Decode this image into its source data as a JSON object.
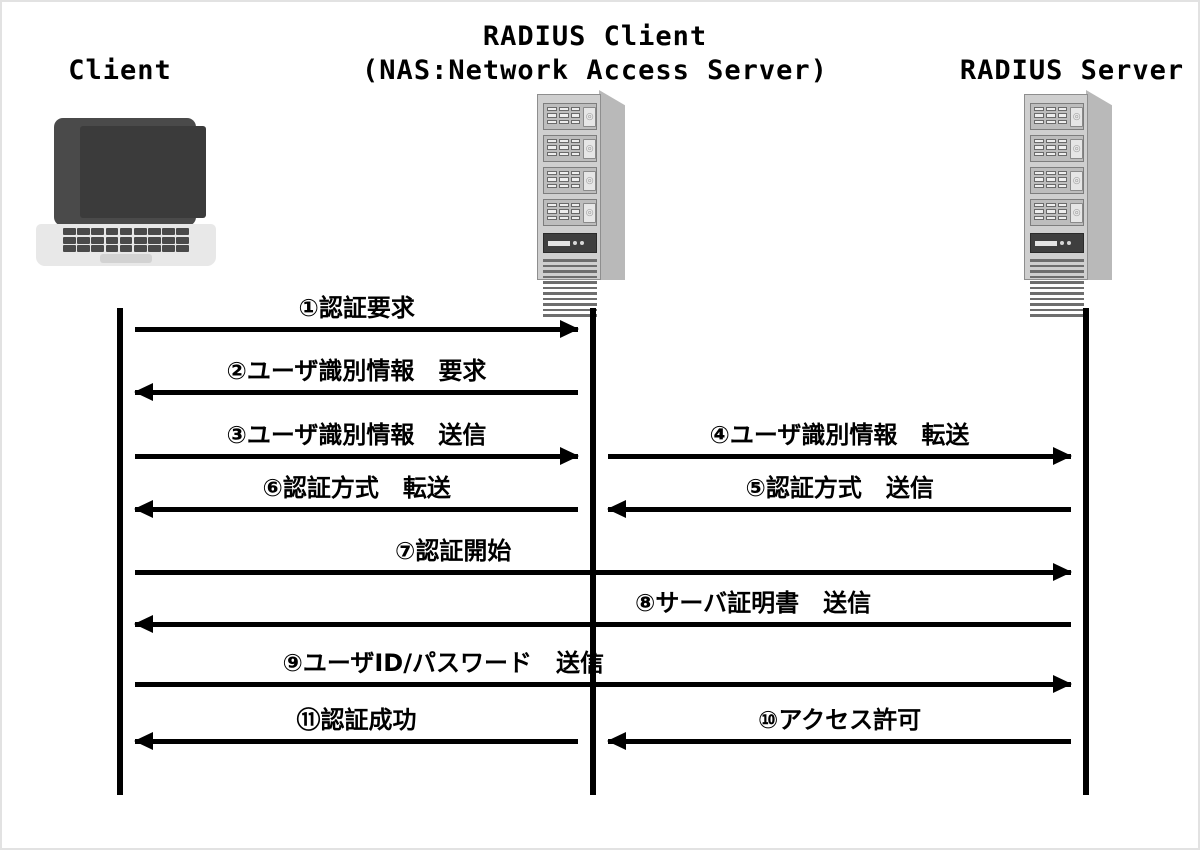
{
  "diagram": {
    "title_client": "Client",
    "title_nas": "RADIUS Client\n(NAS:Network Access Server)",
    "title_server": "RADIUS Server",
    "ink_color": "#000000",
    "background_color": "#ffffff",
    "border_color": "#e2e2e2"
  },
  "actors": [
    {
      "id": "client",
      "label": "Client",
      "icon": "laptop-icon"
    },
    {
      "id": "nas",
      "label": "RADIUS Client\n(NAS:Network Access Server)",
      "icon": "server-tower-icon"
    },
    {
      "id": "server",
      "label": "RADIUS Server",
      "icon": "server-tower-icon"
    }
  ],
  "messages": [
    {
      "num": "①",
      "text": "①認証要求",
      "from": "client",
      "to": "nas",
      "direction": "right"
    },
    {
      "num": "②",
      "text": "②ユーザ識別情報　要求",
      "from": "nas",
      "to": "client",
      "direction": "left"
    },
    {
      "num": "③",
      "text": "③ユーザ識別情報　送信",
      "from": "client",
      "to": "nas",
      "direction": "right"
    },
    {
      "num": "④",
      "text": "④ユーザ識別情報　転送",
      "from": "nas",
      "to": "server",
      "direction": "right"
    },
    {
      "num": "⑥",
      "text": "⑥認証方式　転送",
      "from": "nas",
      "to": "client",
      "direction": "left"
    },
    {
      "num": "⑤",
      "text": "⑤認証方式　送信",
      "from": "server",
      "to": "nas",
      "direction": "left"
    },
    {
      "num": "⑦",
      "text": "⑦認証開始",
      "from": "client",
      "to": "server",
      "direction": "right"
    },
    {
      "num": "⑧",
      "text": "⑧サーバ証明書　送信",
      "from": "server",
      "to": "client",
      "direction": "left"
    },
    {
      "num": "⑨",
      "text": "⑨ユーザID/パスワード　送信",
      "from": "client",
      "to": "server",
      "direction": "right"
    },
    {
      "num": "⑪",
      "text": "⑪認証成功",
      "from": "nas",
      "to": "client",
      "direction": "left"
    },
    {
      "num": "⑩",
      "text": "⑩アクセス許可",
      "from": "server",
      "to": "nas",
      "direction": "left"
    }
  ]
}
